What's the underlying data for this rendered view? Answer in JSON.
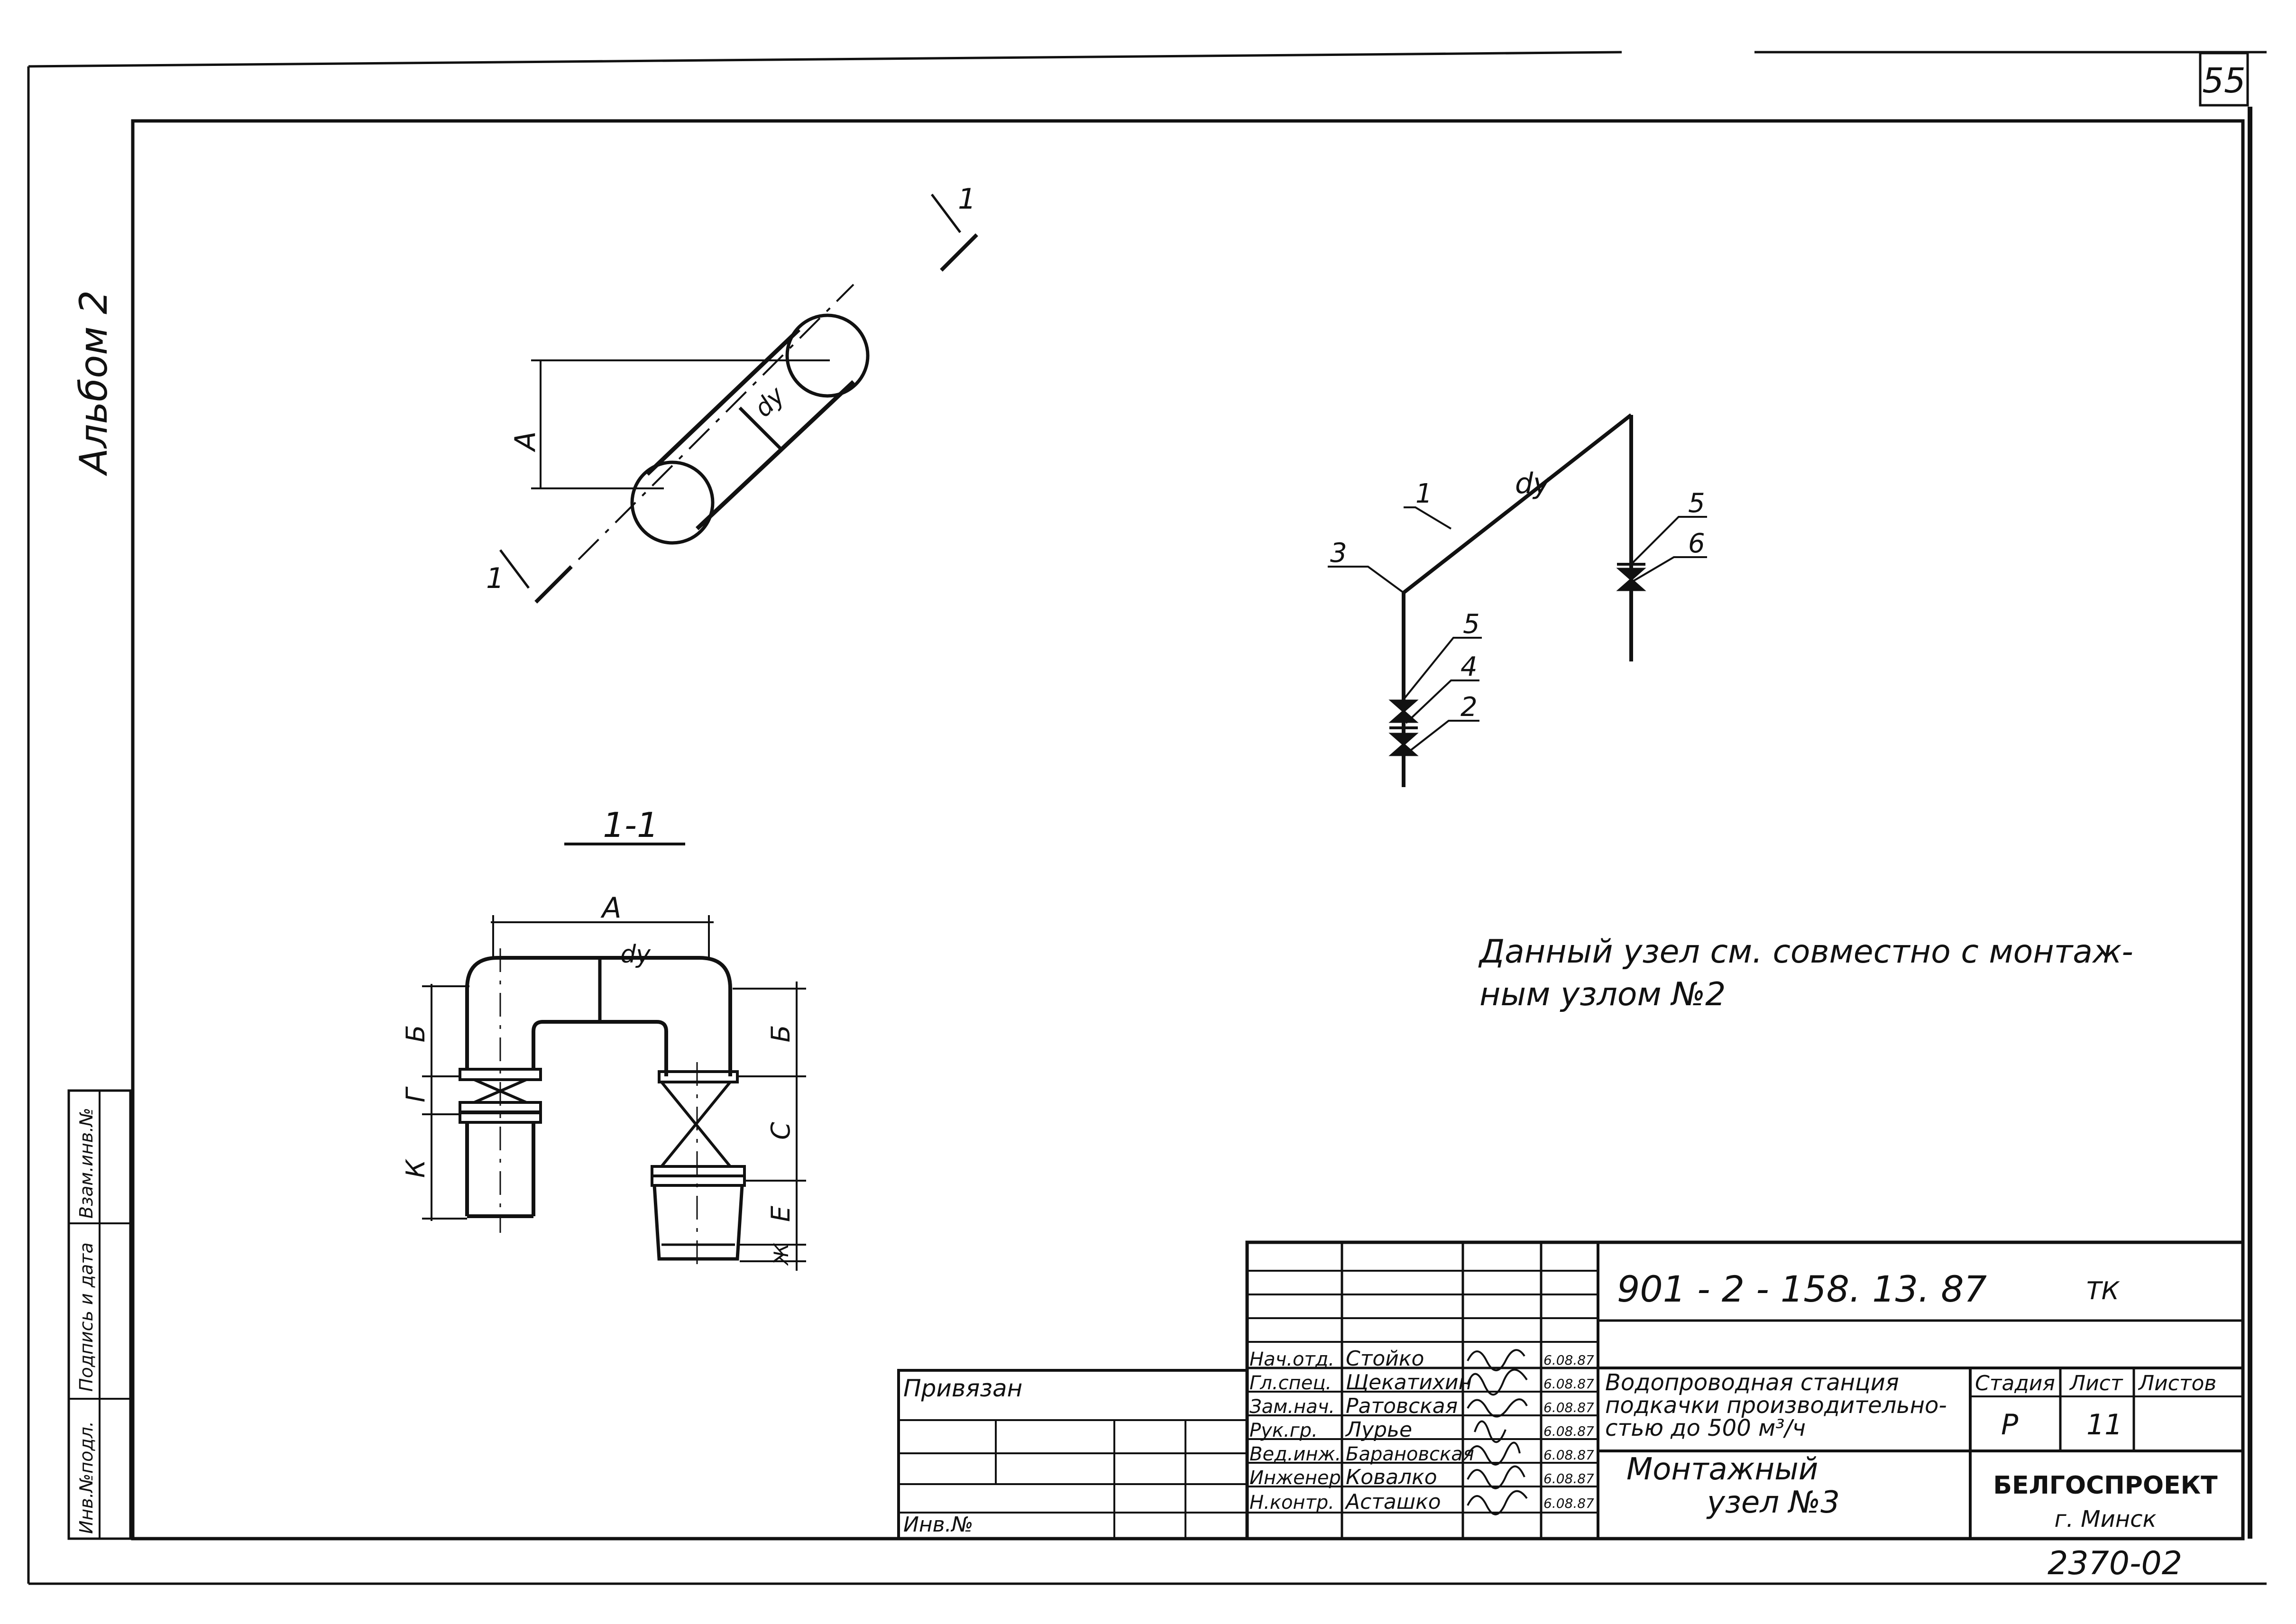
{
  "sheet": {
    "page_number": "55",
    "album": "Альбом 2",
    "archive_number": "2370-02"
  },
  "section_mark": {
    "label": "1",
    "title": "1-1"
  },
  "plan_view": {
    "dim_a": "А",
    "dim_dy": "dу"
  },
  "section_view": {
    "dim_a": "А",
    "dim_dy": "dу",
    "dim_b_left": "Б",
    "dim_g": "Г",
    "dim_k": "К",
    "dim_b_right": "Б",
    "dim_c": "С",
    "dim_e": "Е",
    "dim_zh": "Ж"
  },
  "scheme": {
    "dy_label": "dу",
    "callouts": [
      "1",
      "2",
      "3",
      "4",
      "5",
      "5",
      "6"
    ]
  },
  "note": {
    "line1": "Данный узел см. совместно с монтаж-",
    "line2": "ным узлом №2"
  },
  "left_stamp": {
    "inv_podl": "Инв.№подл.",
    "sign_date": "Подпись и дата",
    "vzam_inv": "Взам.инв.№"
  },
  "binding": {
    "privyazan": "Привязан",
    "inv_no": "Инв.№"
  },
  "title_block": {
    "doc_code": "901 - 2 - 158. 13. 87",
    "mark": "ТК",
    "project_name": "Водопроводная станция подкачки производительностью до 500 м³/ч",
    "project_line1": "Водопроводная станция",
    "project_line2": "подкачки производительно-",
    "project_line3": "стью до 500 м³/ч",
    "drawing_line1": "Монтажный",
    "drawing_line2": "узел №3",
    "stage_header": "Стадия",
    "sheet_header": "Лист",
    "sheets_header": "Листов",
    "stage": "Р",
    "sheet": "11",
    "sheets": "",
    "org_name": "БЕЛГОСПРОЕКТ",
    "org_city": "г. Минск",
    "signatures": [
      {
        "role": "Нач.отд.",
        "name": "Стойко",
        "date": "6.08.87"
      },
      {
        "role": "Гл.спец.",
        "name": "Щекатихин",
        "date": "6.08.87"
      },
      {
        "role": "Зам.нач.",
        "name": "Ратовская",
        "date": "6.08.87"
      },
      {
        "role": "Рук.гр.",
        "name": "Лурье",
        "date": "6.08.87"
      },
      {
        "role": "Вед.инж.",
        "name": "Барановская",
        "date": "6.08.87"
      },
      {
        "role": "Инженер",
        "name": "Ковалко",
        "date": "6.08.87"
      },
      {
        "role": "Н.контр.",
        "name": "Асташко",
        "date": "6.08.87"
      }
    ]
  }
}
